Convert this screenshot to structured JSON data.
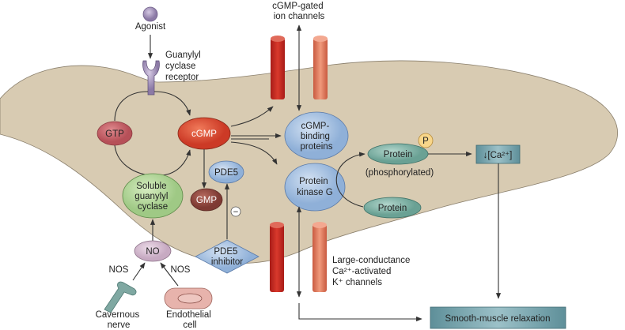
{
  "labels": {
    "agonist": "Agonist",
    "receptor": [
      "Guanylyl",
      "cyclase",
      "receptor"
    ],
    "gtp": "GTP",
    "cgmp": "cGMP",
    "soluble_gc": [
      "Soluble",
      "guanylyl",
      "cyclase"
    ],
    "no": "NO",
    "nos_left": "NOS",
    "nos_right": "NOS",
    "cavernous_nerve": [
      "Cavernous",
      "nerve"
    ],
    "endothelial_cell": [
      "Endothelial",
      "cell"
    ],
    "gmp": "GMP",
    "pde5": "PDE5",
    "minus": "−",
    "pde5_inhibitor": [
      "PDE5",
      "inhibitor"
    ],
    "cgmp_gated": [
      "cGMP-gated",
      "ion channels"
    ],
    "cgmp_binding": [
      "cGMP-",
      "binding",
      "proteins"
    ],
    "pkg": [
      "Protein",
      "kinase G"
    ],
    "bk_channels": [
      "Large-conductance",
      "Ca²⁺-activated",
      "K⁺ channels"
    ],
    "protein_phos": "Protein",
    "phosphate": "P",
    "phosphorylated": "(phosphorylated)",
    "protein": "Protein",
    "calcium": "↓[Ca²⁺]",
    "relaxation": "Smooth-muscle relaxation"
  },
  "colors": {
    "cell": "#d8cbb2",
    "cgmp": "#d9482f",
    "gtp": "#c0646a",
    "blue_node": "#a9c2e0",
    "green_node": "#b5d59a",
    "teal_node": "#7fb3a6",
    "channel_dark": "#c42a22",
    "channel_light": "#e07a5e",
    "box": "#6f9ea8"
  }
}
